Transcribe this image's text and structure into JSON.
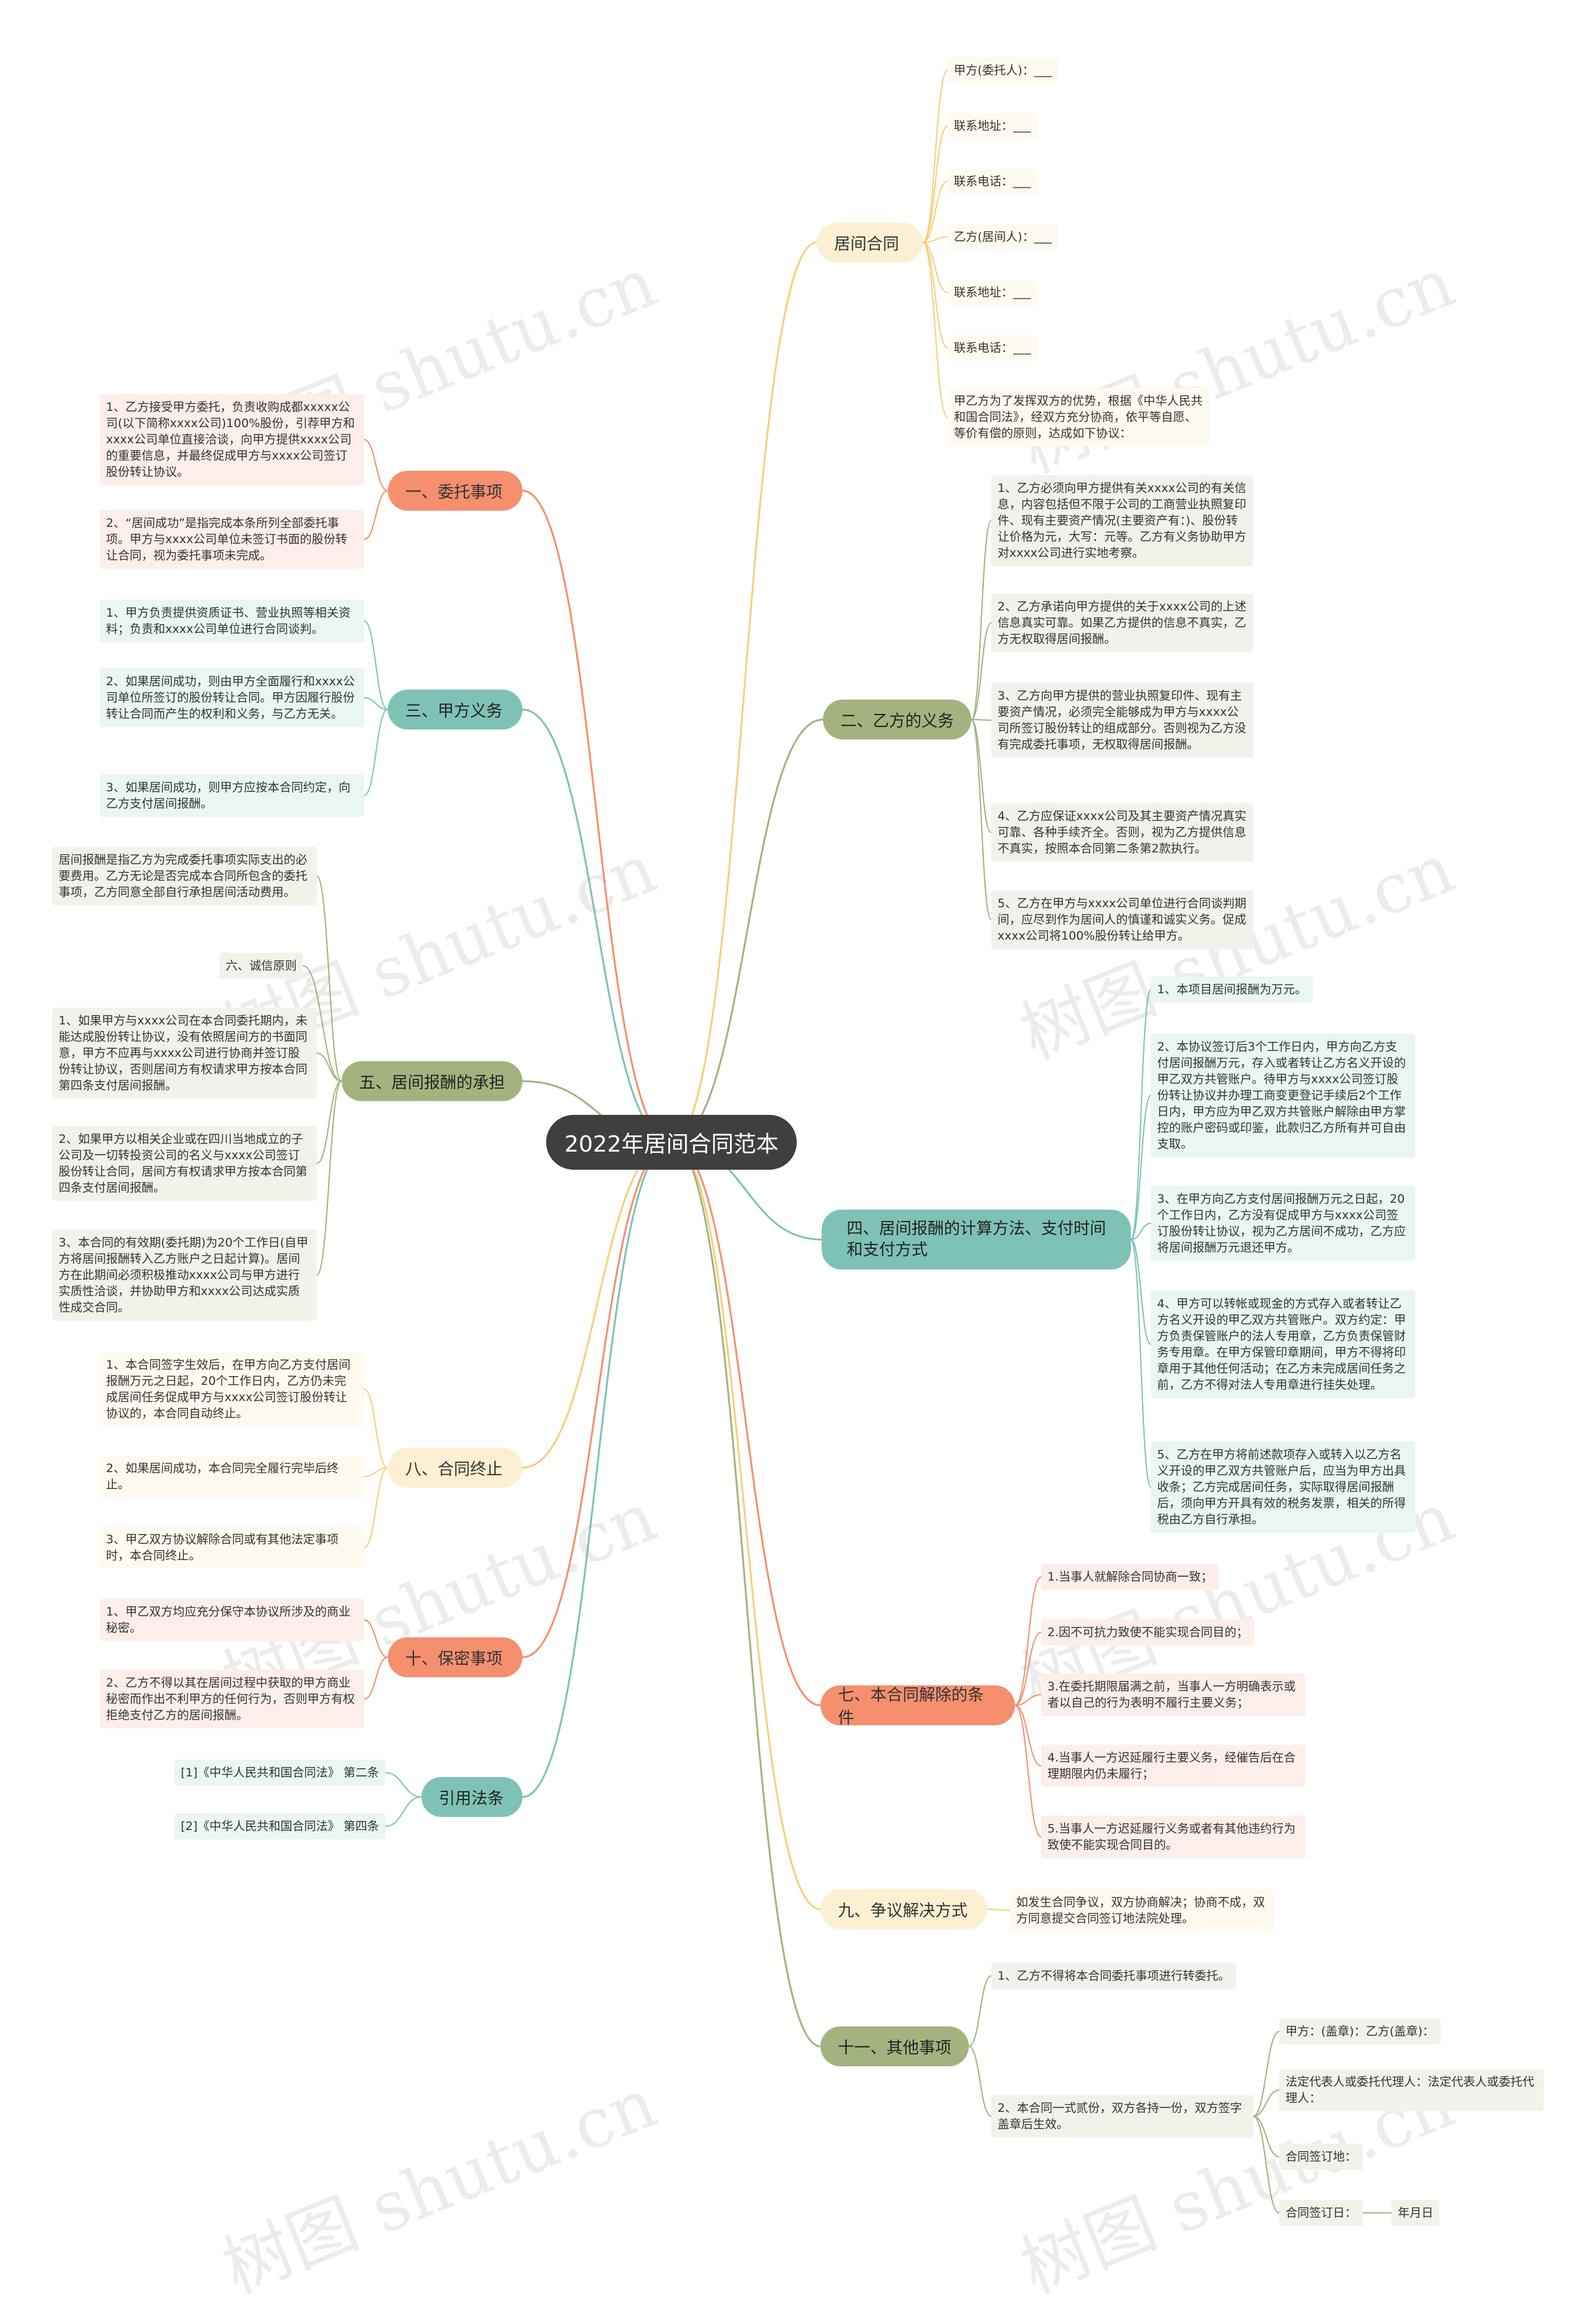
{
  "root": "2022年居间合同范本",
  "watermarks": [
    "树图 shutu.cn",
    "树图 shutu.cn",
    "树图 shutu.cn",
    "树图 shutu.cn",
    "树图 shutu.cn",
    "树图 shutu.cn",
    "树图 shutu.cn",
    "树图 shutu.cn"
  ],
  "colors": {
    "yellow": "#f6cf7a",
    "green": "#a3b37f",
    "orange": "#f58f6e",
    "teal": "#7ec2b5",
    "root": "#3f3f3f"
  },
  "b_intro": {
    "label": "居间合同",
    "items": [
      "甲方(委托人)：___",
      "联系地址：___",
      "联系电话：___",
      "乙方(居间人)：___",
      "联系地址：___",
      "联系电话：___",
      "甲乙方为了发挥双方的优势，根据《中华人民共和国合同法》，经双方充分协商，依平等自愿、等价有偿的原则，达成如下协议："
    ]
  },
  "b_yifang": {
    "label": "二、乙方的义务",
    "items": [
      "1、乙方必须向甲方提供有关xxxx公司的有关信息，内容包括但不限于公司的工商营业执照复印件、现有主要资产情况(主要资产有：)、股份转让价格为元，大写：元等。乙方有义务协助甲方对xxxx公司进行实地考察。",
      "2、乙方承诺向甲方提供的关于xxxx公司的上述信息真实可靠。如果乙方提供的信息不真实，乙方无权取得居间报酬。",
      "3、乙方向甲方提供的营业执照复印件、现有主要资产情况，必须完全能够成为甲方与xxxx公司所签订股份转让的组成部分。否则视为乙方没有完成委托事项，无权取得居间报酬。",
      "4、乙方应保证xxxx公司及其主要资产情况真实可靠、各种手续齐全。否则，视为乙方提供信息不真实，按照本合同第二条第2款执行。",
      "5、乙方在甲方与xxxx公司单位进行合同谈判期间，应尽到作为居间人的慎谨和诚实义务。促成xxxx公司将100%股份转让给甲方。"
    ]
  },
  "b_calc": {
    "label": "四、居间报酬的计算方法、支付时间和支付方式",
    "items": [
      "1、本项目居间报酬为万元。",
      "2、本协议签订后3个工作日内，甲方向乙方支付居间报酬万元，存入或者转让乙方名义开设的甲乙双方共管账户。待甲方与xxxx公司签订股份转让协议并办理工商变更登记手续后2个工作日内，甲方应为甲乙双方共管账户解除由甲方掌控的账户密码或印鉴，此款归乙方所有并可自由支取。",
      "3、在甲方向乙方支付居间报酬万元之日起，20个工作日内，乙方没有促成甲方与xxxx公司签订股份转让协议，视为乙方居间不成功，乙方应将居间报酬万元退还甲方。",
      "4、甲方可以转帐或现金的方式存入或者转让乙方名义开设的甲乙双方共管账户。双方约定：甲方负责保管账户的法人专用章，乙方负责保管财务专用章。在甲方保管印章期间，甲方不得将印章用于其他任何活动；在乙方未完成居间任务之前，乙方不得对法人专用章进行挂失处理。",
      "5、乙方在甲方将前述款项存入或转入以乙方名义开设的甲乙双方共管账户后，应当为甲方出具收条；乙方完成居间任务，实际取得居间报酬后，须向甲方开具有效的税务发票，相关的所得税由乙方自行承担。"
    ]
  },
  "b_jiechu": {
    "label": "七、本合同解除的条件",
    "items": [
      "1.当事人就解除合同协商一致；",
      "2.因不可抗力致使不能实现合同目的；",
      "3.在委托期限届满之前，当事人一方明确表示或者以自己的行为表明不履行主要义务；",
      "4.当事人一方迟延履行主要义务，经催告后在合理期限内仍未履行；",
      "5.当事人一方迟延履行义务或者有其他违约行为致使不能实现合同目的。"
    ]
  },
  "b_zhengyi": {
    "label": "九、争议解决方式",
    "items": [
      "如发生合同争议，双方协商解决；协商不成，双方同意提交合同签订地法院处理。"
    ]
  },
  "b_qita": {
    "label": "十一、其他事项",
    "items": [
      "1、乙方不得将本合同委托事项进行转委托。",
      "2、本合同一式贰份，双方各持一份，双方签字盖章后生效。"
    ],
    "sub": [
      "甲方：(盖章)：乙方(盖章)：",
      "法定代表人或委托代理人：法定代表人或委托代理人：",
      "合同签订地：",
      "合同签订日："
    ],
    "date": "年月日"
  },
  "b_weituo": {
    "label": "一、委托事项",
    "items": [
      "1、乙方接受甲方委托，负责收购成都xxxxx公司(以下简称xxxx公司)100%股份，引荐甲方和xxxx公司单位直接洽谈，向甲方提供xxxx公司的重要信息，并最终促成甲方与xxxx公司签订股份转让协议。",
      "2、“居间成功”是指完成本条所列全部委托事项。甲方与xxxx公司单位未签订书面的股份转让合同，视为委托事项未完成。"
    ]
  },
  "b_jiafang": {
    "label": "三、甲方义务",
    "items": [
      "1、甲方负责提供资质证书、营业执照等相关资料；负责和xxxx公司单位进行合同谈判。",
      "2、如果居间成功，则由甲方全面履行和xxxx公司单位所签订的股份转让合同。甲方因履行股份转让合同而产生的权利和义务，与乙方无关。",
      "3、如果居间成功，则甲方应按本合同约定，向乙方支付居间报酬。"
    ]
  },
  "b_chengdan": {
    "label": "五、居间报酬的承担",
    "items": [
      "居间报酬是指乙方为完成委托事项实际支出的必要费用。乙方无论是否完成本合同所包含的委托事项，乙方同意全部自行承担居间活动费用。",
      "六、诚信原则",
      "1、如果甲方与xxxx公司在本合同委托期内，未能达成股份转让协议，没有依照居间方的书面同意，甲方不应再与xxxx公司进行协商并签订股份转让协议，否则居间方有权请求甲方按本合同第四条支付居间报酬。",
      "2、如果甲方以相关企业或在四川当地成立的子公司及一切转投资公司的名义与xxxx公司签订股份转让合同，居间方有权请求甲方按本合同第四条支付居间报酬。",
      "3、本合同的有效期(委托期)为20个工作日(自甲方将居间报酬转入乙方账户之日起计算)。居间方在此期间必须积极推动xxxx公司与甲方进行实质性洽谈，并协助甲方和xxxx公司达成实质性成交合同。"
    ]
  },
  "b_zhongzhi": {
    "label": "八、合同终止",
    "items": [
      "1、本合同签字生效后，在甲方向乙方支付居间报酬万元之日起，20个工作日内，乙方仍未完成居间任务促成甲方与xxxx公司签订股份转让协议的，本合同自动终止。",
      "2、如果居间成功，本合同完全履行完毕后终止。",
      "3、甲乙双方协议解除合同或有其他法定事项时，本合同终止。"
    ]
  },
  "b_baomi": {
    "label": "十、保密事项",
    "items": [
      "1、甲乙双方均应充分保守本协议所涉及的商业秘密。",
      "2、乙方不得以其在居间过程中获取的甲方商业秘密而作出不利甲方的任何行为，否则甲方有权拒绝支付乙方的居间报酬。"
    ]
  },
  "b_fagui": {
    "label": "引用法条",
    "items": [
      "[1]《中华人民共和国合同法》 第二条",
      "[2]《中华人民共和国合同法》 第四条"
    ]
  }
}
